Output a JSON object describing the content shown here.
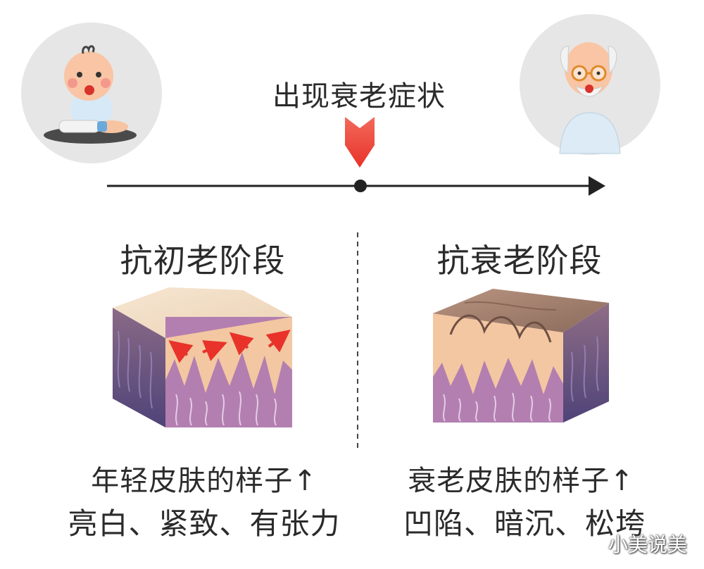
{
  "event_label": "出现衰老症状",
  "stages": [
    {
      "heading": "抗初老阶段",
      "caption_line1": "年轻皮肤的样子↑",
      "caption_line2": "亮白、紧致、有张力"
    },
    {
      "heading": "抗衰老阶段",
      "caption_line1": "衰老皮肤的样子↑",
      "caption_line2": "凹陷、暗沉、松垮"
    }
  ],
  "watermark": "小美说美",
  "icons": {
    "start": "baby-icon",
    "end": "elderly-man-icon",
    "marker": "red-down-arrow-icon",
    "young_skin": "young-skin-cube-icon",
    "aged_skin": "aged-skin-cube-icon"
  },
  "colors": {
    "accent_red": "#e8322a",
    "timeline": "#222222",
    "epidermis": "#f3c7a1",
    "dermis": "#b37fb0",
    "icon_background": "#e6e6e6"
  }
}
